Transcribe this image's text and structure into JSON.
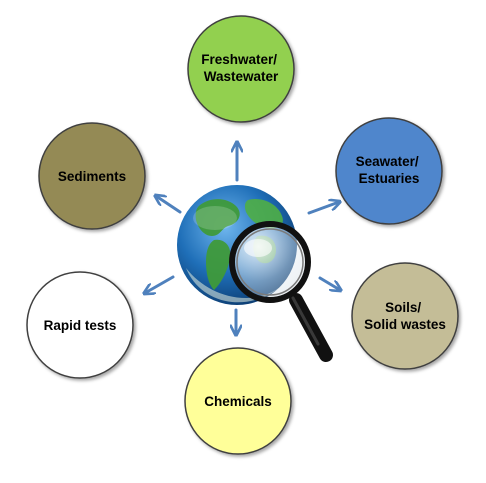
{
  "nodes": {
    "freshwater": {
      "lines": [
        "Freshwater/",
        "Wastewater"
      ],
      "color": "#92d050"
    },
    "seawater": {
      "lines": [
        "Seawater/",
        "Estuaries"
      ],
      "color": "#4f86cc"
    },
    "soils": {
      "lines": [
        "Soils/",
        "Solid wastes"
      ],
      "color": "#c4bd97"
    },
    "chemicals": {
      "lines": [
        "Chemicals"
      ],
      "color": "#ffff99"
    },
    "rapid": {
      "lines": [
        "Rapid tests"
      ],
      "color": "#ffffff"
    },
    "sediments": {
      "lines": [
        "Sediments"
      ],
      "color": "#948a54"
    }
  },
  "colors": {
    "arrow": "#4f81bd",
    "node_border": "#404040",
    "globe_ocean": "#1f6fb8",
    "globe_land": "#3f9a3a",
    "magnifier_handle": "#111111"
  },
  "icons": {
    "center": "globe-icon",
    "overlay": "magnifying-glass-icon"
  }
}
